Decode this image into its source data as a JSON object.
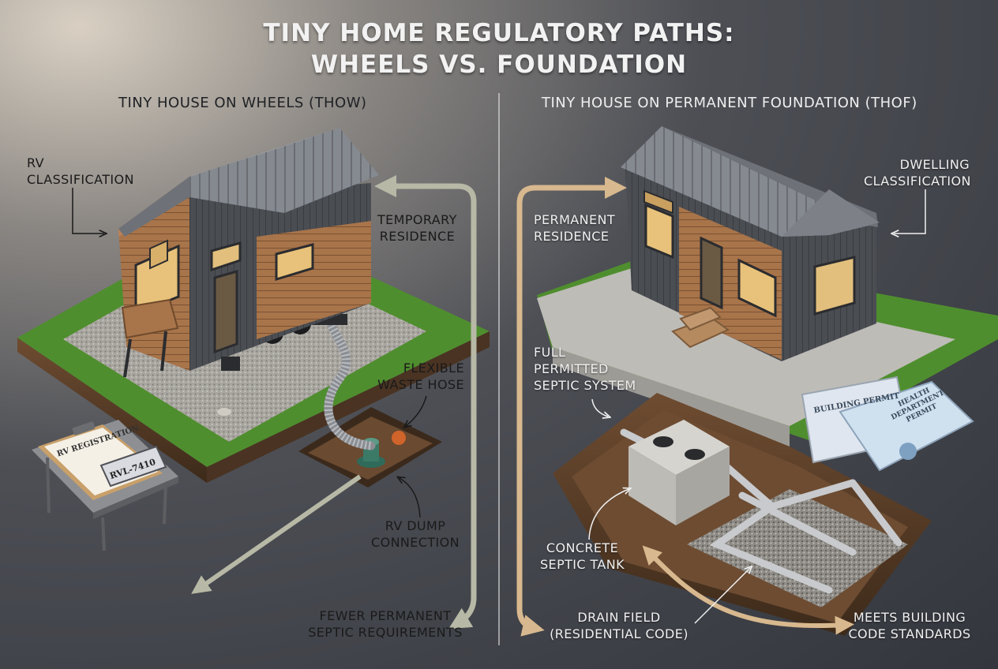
{
  "title": {
    "line1": "TINY HOME REGULATORY PATHS:",
    "line2": "WHEELS VS. FOUNDATION"
  },
  "left": {
    "heading": "TINY HOUSE ON WHEELS (THOW)",
    "classification": [
      "RV",
      "CLASSIFICATION"
    ],
    "residence": [
      "TEMPORARY",
      "RESIDENCE"
    ],
    "hose": [
      "FLEXIBLE",
      "WASTE HOSE"
    ],
    "dump": [
      "RV DUMP",
      "CONNECTION"
    ],
    "requirements": [
      "FEWER PERMANENT",
      "SEPTIC REQUIREMENTS"
    ],
    "registration_doc": "RV REGISTRATION",
    "license_plate": "RVL-7410"
  },
  "right": {
    "heading": "TINY HOUSE ON PERMANENT FOUNDATION (THOF)",
    "classification": [
      "DWELLING",
      "CLASSIFICATION"
    ],
    "residence": [
      "PERMANENT",
      "RESIDENCE"
    ],
    "septic_system": [
      "FULL",
      "PERMITTED",
      "SEPTIC SYSTEM"
    ],
    "tank": [
      "CONCRETE",
      "SEPTIC TANK"
    ],
    "drain_field": [
      "DRAIN FIELD",
      "(RESIDENTIAL CODE)"
    ],
    "standards": [
      "MEETS BUILDING",
      "CODE STANDARDS"
    ],
    "building_permit_doc": "BUILDING PERMIT",
    "health_permit_doc": [
      "HEALTH",
      "DEPARTMENT",
      "PERMIT"
    ]
  },
  "colors": {
    "left_arrow": "#b7b9a6",
    "right_arrow": "#d8b88e",
    "grass": "#5a9a34",
    "gravel": "#a9a6a0",
    "concrete": "#c8c6c1",
    "wood": "#a8744a",
    "metal_roof": "#7e8186",
    "siding_dark": "#4a4d52",
    "soil": "#5a3e28"
  }
}
